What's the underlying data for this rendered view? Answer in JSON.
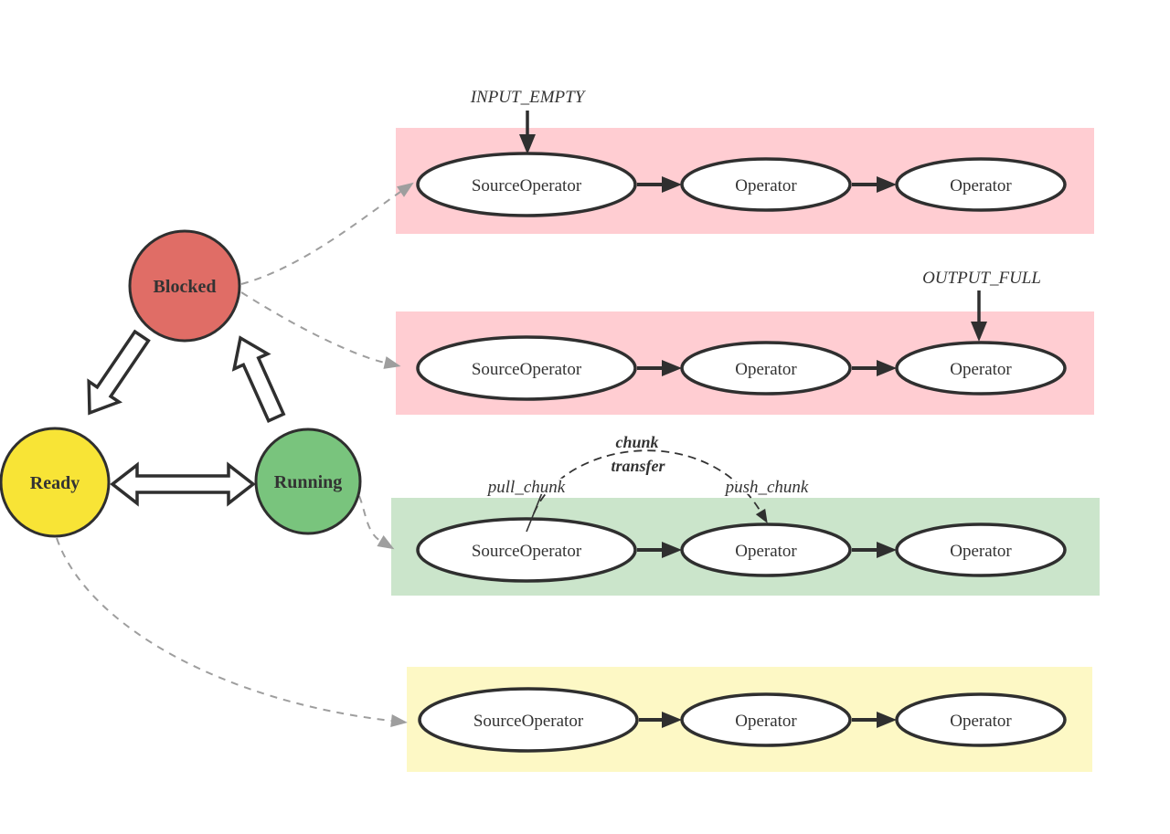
{
  "colors": {
    "band_pink": "#ffcdd2",
    "band_green": "#cbe5cb",
    "band_yellow": "#fdf8c5",
    "state_blocked": "#e06d66",
    "state_ready": "#f8e436",
    "state_running": "#79c47d",
    "node_stroke": "#2f2f2f",
    "connector_gray": "#9e9e9e"
  },
  "states": {
    "blocked": {
      "label": "Blocked",
      "fill": "#e06d66"
    },
    "ready": {
      "label": "Ready",
      "fill": "#f8e436"
    },
    "running": {
      "label": "Running",
      "fill": "#79c47d"
    }
  },
  "annotations": {
    "input_empty": "INPUT_EMPTY",
    "output_full": "OUTPUT_FULL",
    "chunk_transfer_line1": "chunk",
    "chunk_transfer_line2": "transfer",
    "pull_chunk": "pull_chunk",
    "push_chunk": "push_chunk"
  },
  "pipelines": {
    "row1": {
      "source": "SourceOperator",
      "op1": "Operator",
      "op2": "Operator"
    },
    "row2": {
      "source": "SourceOperator",
      "op1": "Operator",
      "op2": "Operator"
    },
    "row3": {
      "source": "SourceOperator",
      "op1": "Operator",
      "op2": "Operator"
    },
    "row4": {
      "source": "SourceOperator",
      "op1": "Operator",
      "op2": "Operator"
    }
  }
}
